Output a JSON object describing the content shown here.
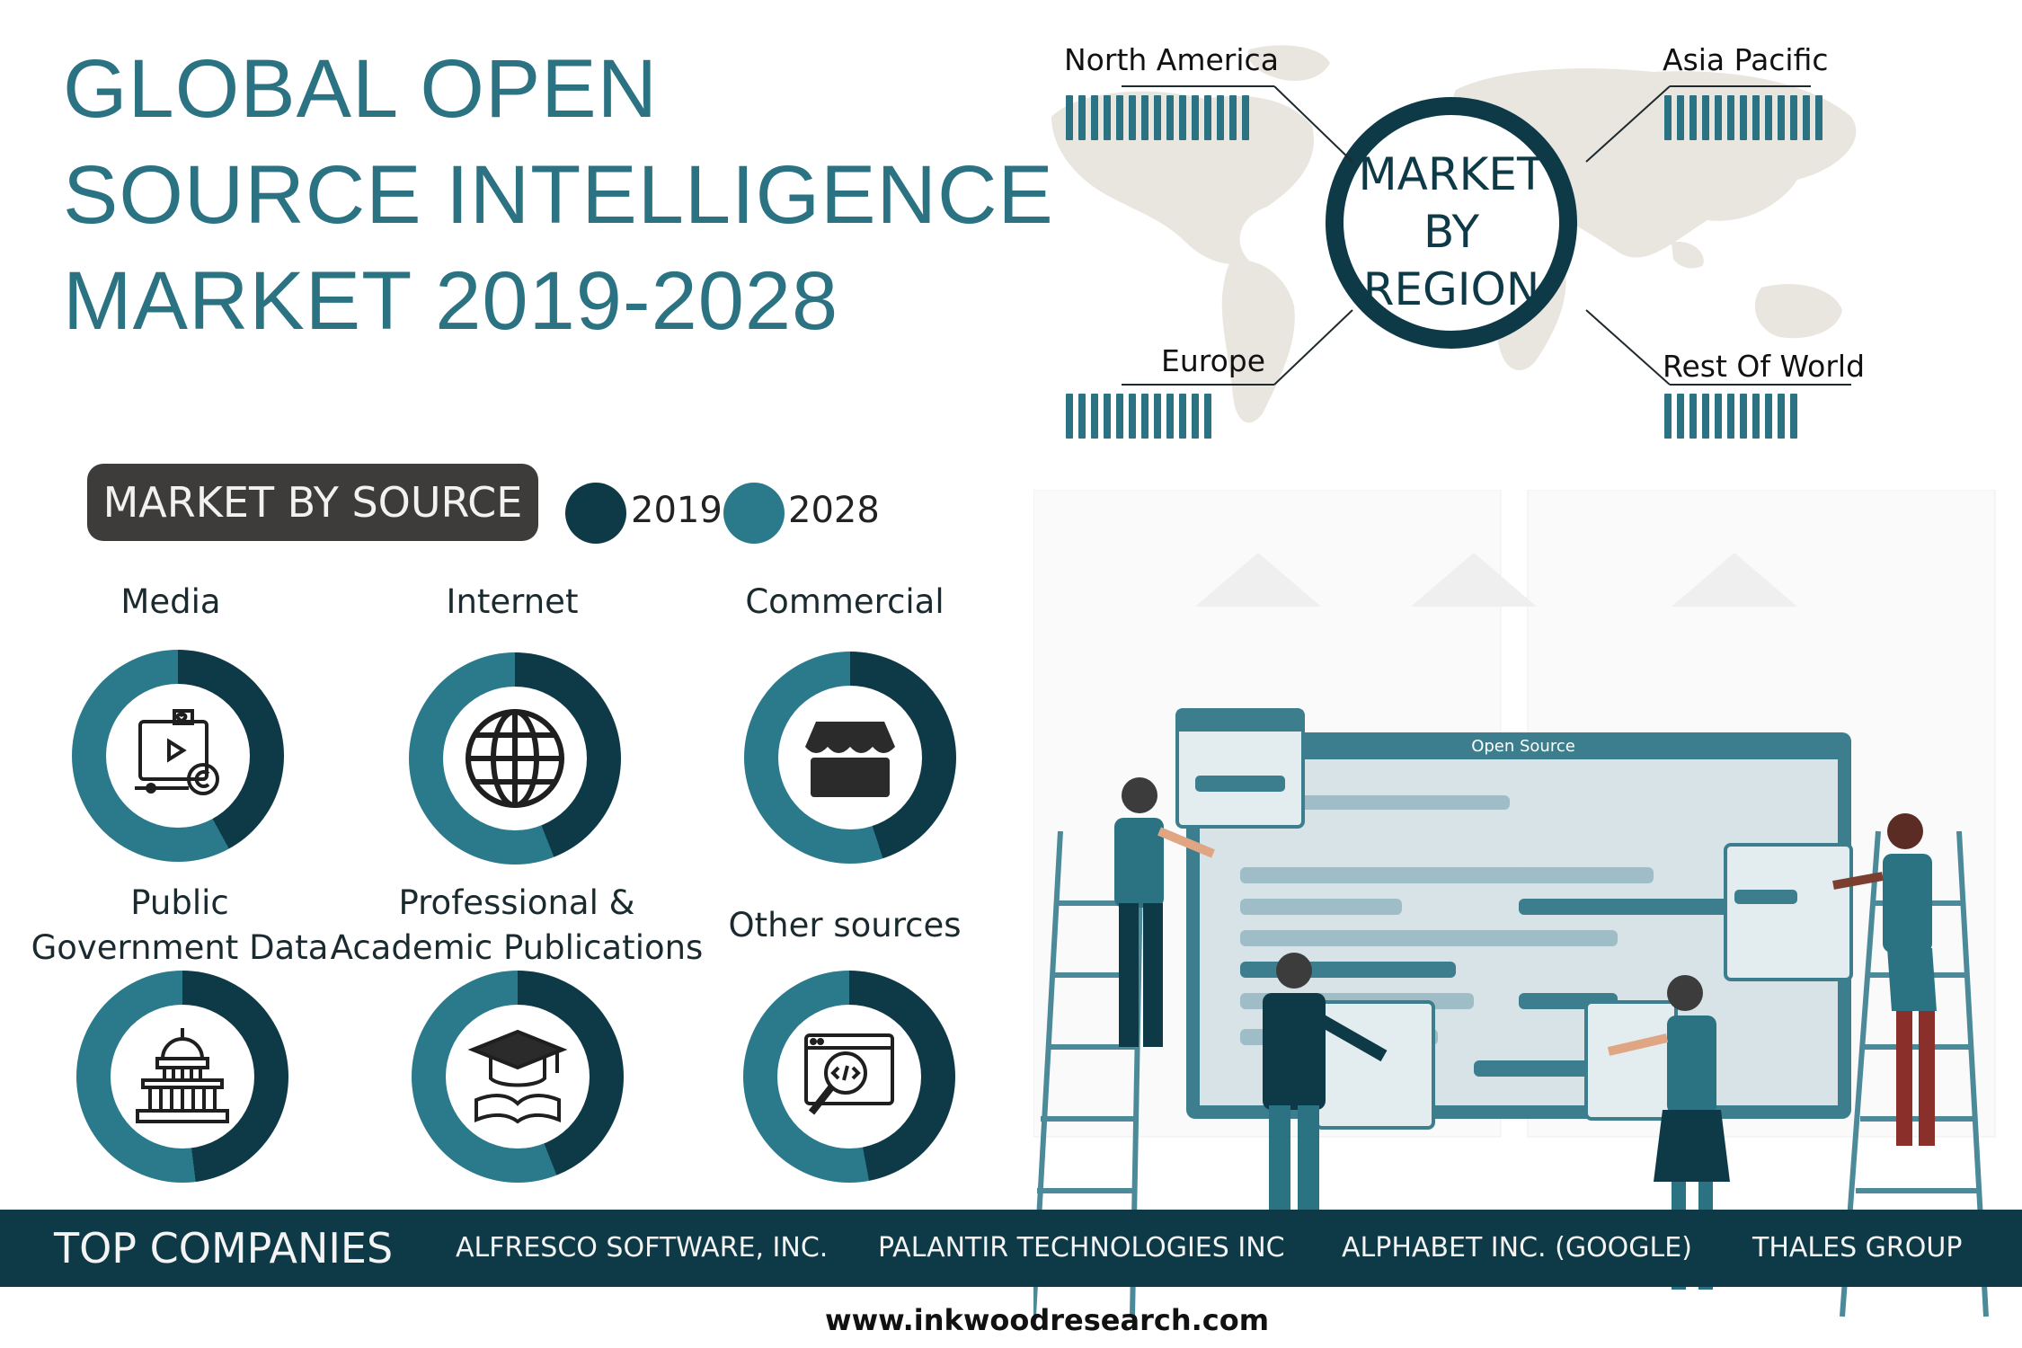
{
  "title": {
    "line1": "GLOBAL OPEN",
    "line2": "SOURCE INTELLIGENCE",
    "line3": "MARKET 2019-2028"
  },
  "region": {
    "center": [
      "MARKET",
      "BY",
      "REGION"
    ],
    "labels": {
      "north_america": "North America",
      "asia_pacific": "Asia Pacific",
      "europe": "Europe",
      "rest_of_world": "Rest Of World"
    }
  },
  "source": {
    "heading": "MARKET BY SOURCE",
    "legend": [
      {
        "label": "2019",
        "color": "#0e3a47"
      },
      {
        "label": "2028",
        "color": "#2b7a8c"
      }
    ]
  },
  "illustration": {
    "window_title": "Open Source"
  },
  "colors": {
    "accent": "#2b7282",
    "dark": "#0e3a47",
    "ring_2019": "#0e3a47",
    "ring_2028": "#2b7a8c"
  },
  "chart_data": [
    {
      "type": "bar",
      "title": "MARKET BY REGION",
      "categories": [
        "North America",
        "Asia Pacific",
        "Europe",
        "Rest Of World"
      ],
      "values": [
        15,
        13,
        12,
        11
      ],
      "unit": "relative bar count (unlabeled)"
    },
    {
      "type": "pie",
      "title": "MARKET BY SOURCE",
      "series_names": [
        "2019",
        "2028"
      ],
      "categories": [
        {
          "label": "Media",
          "icon": "media-video-icon",
          "share_2019": 0.42
        },
        {
          "label": "Internet",
          "icon": "globe-icon",
          "share_2019": 0.44
        },
        {
          "label": "Commercial",
          "icon": "storefront-icon",
          "share_2019": 0.45
        },
        {
          "label": "Public\nGovernment Data",
          "label_lines": [
            "Public",
            "Government Data"
          ],
          "icon": "capitol-building-icon",
          "share_2019": 0.48
        },
        {
          "label": "Professional &\nAcademic Publications",
          "label_lines": [
            "Professional &",
            "Academic Publications"
          ],
          "icon": "graduation-cap-book-icon",
          "share_2019": 0.44
        },
        {
          "label": "Other sources",
          "label_lines": [
            "Other sources"
          ],
          "icon": "code-search-icon",
          "share_2019": 0.47
        }
      ]
    }
  ],
  "companies": {
    "heading": "TOP COMPANIES",
    "list": [
      "ALFRESCO SOFTWARE, INC.",
      "PALANTIR TECHNOLOGIES INC",
      "ALPHABET INC. (GOOGLE)",
      "THALES GROUP"
    ]
  },
  "website": "www.inkwoodresearch.com"
}
